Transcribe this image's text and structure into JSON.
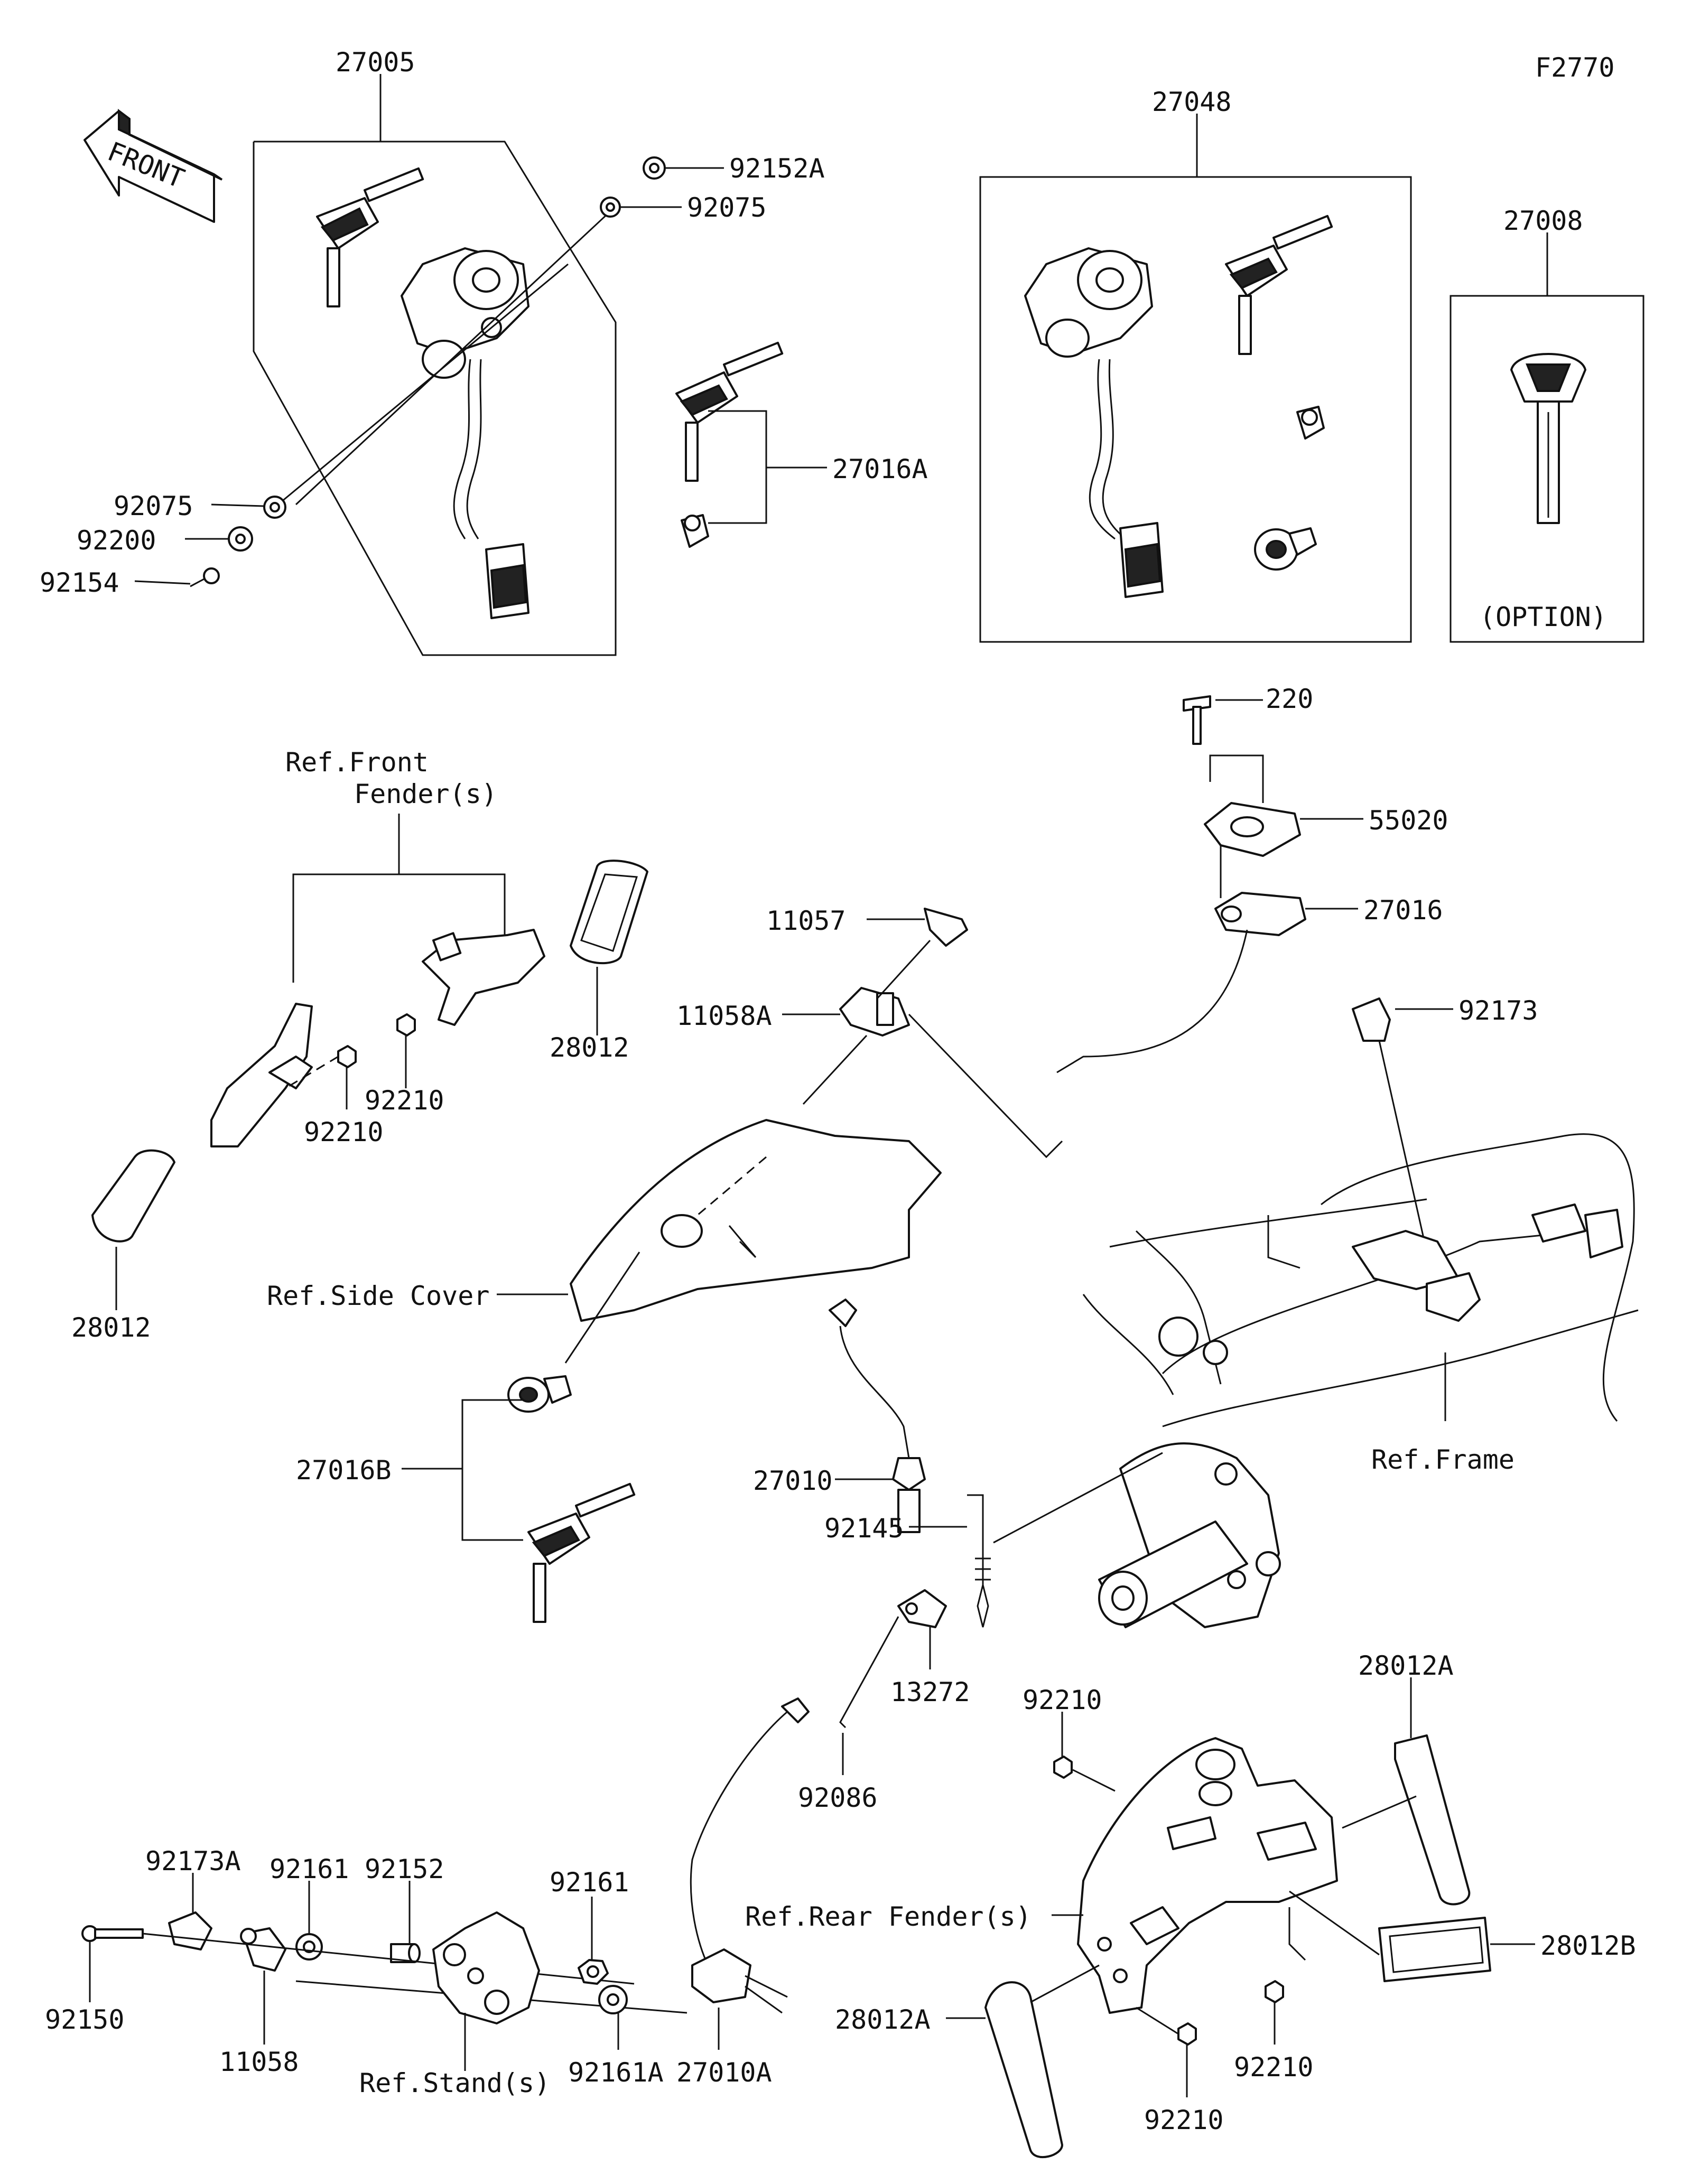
{
  "figure_id": "F2770",
  "front_marker": "FRONT",
  "option_label": "(OPTION)",
  "labels": {
    "p27005": "27005",
    "p92152A": "92152A",
    "p92075_top": "92075",
    "p92075_left": "92075",
    "p92200": "92200",
    "p92154": "92154",
    "p27016A": "27016A",
    "p27048": "27048",
    "p27008": "27008",
    "ref_front_fender_1": "Ref.Front",
    "ref_front_fender_2": "Fender(s)",
    "p28012_top": "28012",
    "p92210_a": "92210",
    "p92210_b": "92210",
    "p28012_left": "28012",
    "p220": "220",
    "p55020": "55020",
    "p27016": "27016",
    "p11057": "11057",
    "p11058A": "11058A",
    "p92173": "92173",
    "ref_side_cover": "Ref.Side Cover",
    "p27016B": "27016B",
    "p27010": "27010",
    "ref_frame": "Ref.Frame",
    "p92145": "92145",
    "p13272": "13272",
    "p92086": "92086",
    "p92210_c": "92210",
    "p28012A_top": "28012A",
    "ref_rear_fender": "Ref.Rear Fender(s)",
    "p28012B": "28012B",
    "p28012A_bottom": "28012A",
    "p92210_d": "92210",
    "p92210_e": "92210",
    "p92173A": "92173A",
    "p92161_a": "92161",
    "p92152": "92152",
    "p92161_b": "92161",
    "p92150": "92150",
    "p11058": "11058",
    "ref_stand": "Ref.Stand(s)",
    "p92161A": "92161A",
    "p27010A": "27010A"
  }
}
